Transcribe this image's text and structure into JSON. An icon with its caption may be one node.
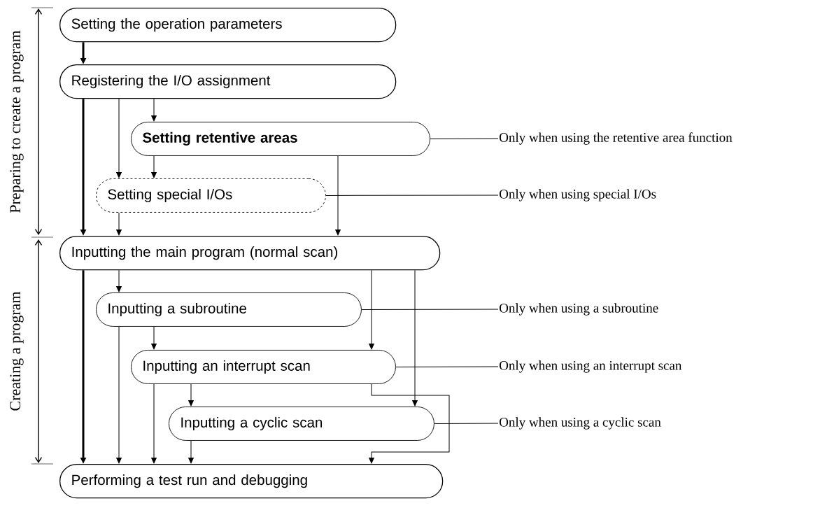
{
  "diagram": {
    "nodes": [
      {
        "text": [
          "Setting the operation parameters"
        ]
      },
      {
        "text": [
          "Registering the I/O assignment"
        ]
      },
      {
        "text": [
          "Setting retentive areas"
        ]
      },
      {
        "text": [
          "Setting special I/Os"
        ]
      },
      {
        "text": [
          "Inputting the main program (normal scan)"
        ]
      },
      {
        "text": [
          "Inputting a subroutine"
        ]
      },
      {
        "text": [
          "Inputting an interrupt scan"
        ]
      },
      {
        "text": [
          "Inputting a cyclic scan"
        ]
      },
      {
        "text": [
          "Performing a test run and debugging"
        ]
      },
      {
        "text": [
          "Only when using the retentive area function"
        ]
      },
      {
        "text": [
          "Only when using special I/Os"
        ]
      },
      {
        "text": [
          "Only when using a subroutine"
        ]
      },
      {
        "text": [
          "Only when using an interrupt scan"
        ]
      },
      {
        "text": [
          "Only when using a cyclic scan"
        ]
      }
    ],
    "edges": [
      {
        "from": 0,
        "to": 1,
        "arrow": "to",
        "style": "thick"
      },
      {
        "from": 1,
        "to": 4,
        "arrow": "to",
        "style": "thick"
      },
      {
        "from": 1,
        "to": 3,
        "arrow": "to"
      },
      {
        "from": 1,
        "to": 2,
        "arrow": "to"
      },
      {
        "from": 2,
        "to": 3,
        "arrow": "to"
      },
      {
        "from": 3,
        "to": 4,
        "arrow": "to"
      },
      {
        "from": 2,
        "to": 4,
        "arrow": "to"
      },
      {
        "from": 4,
        "to": 8,
        "arrow": "to",
        "style": "thick"
      },
      {
        "from": 4,
        "to": 5,
        "arrow": "to"
      },
      {
        "from": 4,
        "to": 6,
        "arrow": "to"
      },
      {
        "from": 4,
        "to": 7,
        "arrow": "to"
      },
      {
        "from": 5,
        "to": 8,
        "arrow": "to"
      },
      {
        "from": 5,
        "to": 6,
        "arrow": "to"
      },
      {
        "from": 6,
        "to": 8,
        "arrow": "to"
      },
      {
        "from": 6,
        "to": 7,
        "arrow": "to"
      },
      {
        "from": 7,
        "to": 8,
        "arrow": "to"
      },
      {
        "from": 6,
        "to": 8,
        "arrow": "to"
      },
      {
        "from": 9,
        "to": 2,
        "arrow": "none"
      },
      {
        "from": 10,
        "to": 3,
        "arrow": "none"
      },
      {
        "from": 11,
        "to": 5,
        "arrow": "none"
      },
      {
        "from": 12,
        "to": 6,
        "arrow": "none"
      },
      {
        "from": 13,
        "to": 7,
        "arrow": "none"
      }
    ],
    "labels": [
      "Preparing to create a program",
      "Creating a program"
    ]
  }
}
